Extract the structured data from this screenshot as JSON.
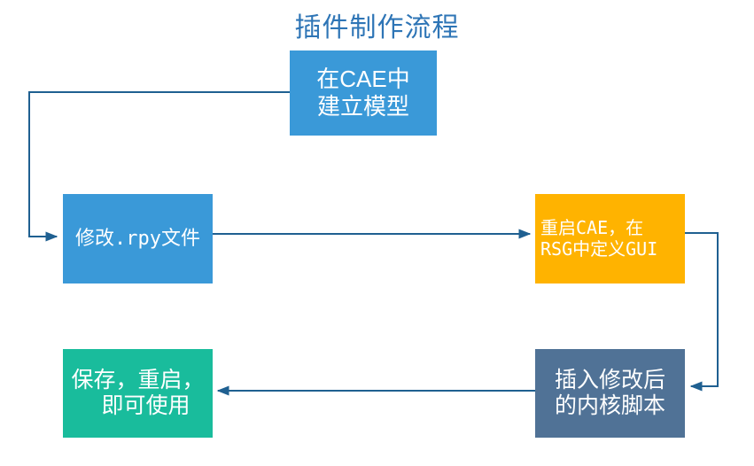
{
  "diagram": {
    "title": "插件制作流程",
    "title_color": "#2E75B6",
    "background": "#FFFFFF",
    "connector_color": "#1F6091"
  },
  "nodes": {
    "cae": {
      "id": "node-cae",
      "name": "create-model-in-cae",
      "line1": "在CAE中",
      "line2": "建立模型",
      "color": "#3A99D8"
    },
    "rpy": {
      "id": "node-rpy",
      "name": "modify-rpy-file",
      "line1": "修改.rpy文件",
      "line2": "",
      "color": "#3A99D8"
    },
    "rsg": {
      "id": "node-rsg",
      "name": "restart-cae-define-gui-in-rsg",
      "line1": "重启CAE，在",
      "line2": "RSG中定义GUI",
      "color": "#FFB300"
    },
    "kernel": {
      "id": "node-kernel",
      "name": "insert-modified-kernel-script",
      "line1": "插入修改后",
      "line2": "的内核脚本",
      "color": "#507296"
    },
    "save": {
      "id": "node-save",
      "name": "save-restart-ready-to-use",
      "line1": "保存，重启，",
      "line2": "即可使用",
      "color": "#19BC9C"
    }
  },
  "connectors": [
    {
      "name": "cae-to-rpy",
      "from": "cae",
      "to": "rpy",
      "style": "elbow-left",
      "arrow": "right"
    },
    {
      "name": "rpy-to-rsg",
      "from": "rpy",
      "to": "rsg",
      "style": "straight",
      "arrow": "right"
    },
    {
      "name": "rsg-to-kernel",
      "from": "rsg",
      "to": "kernel",
      "style": "elbow-right",
      "arrow": "left"
    },
    {
      "name": "kernel-to-save",
      "from": "kernel",
      "to": "save",
      "style": "straight",
      "arrow": "left"
    }
  ]
}
